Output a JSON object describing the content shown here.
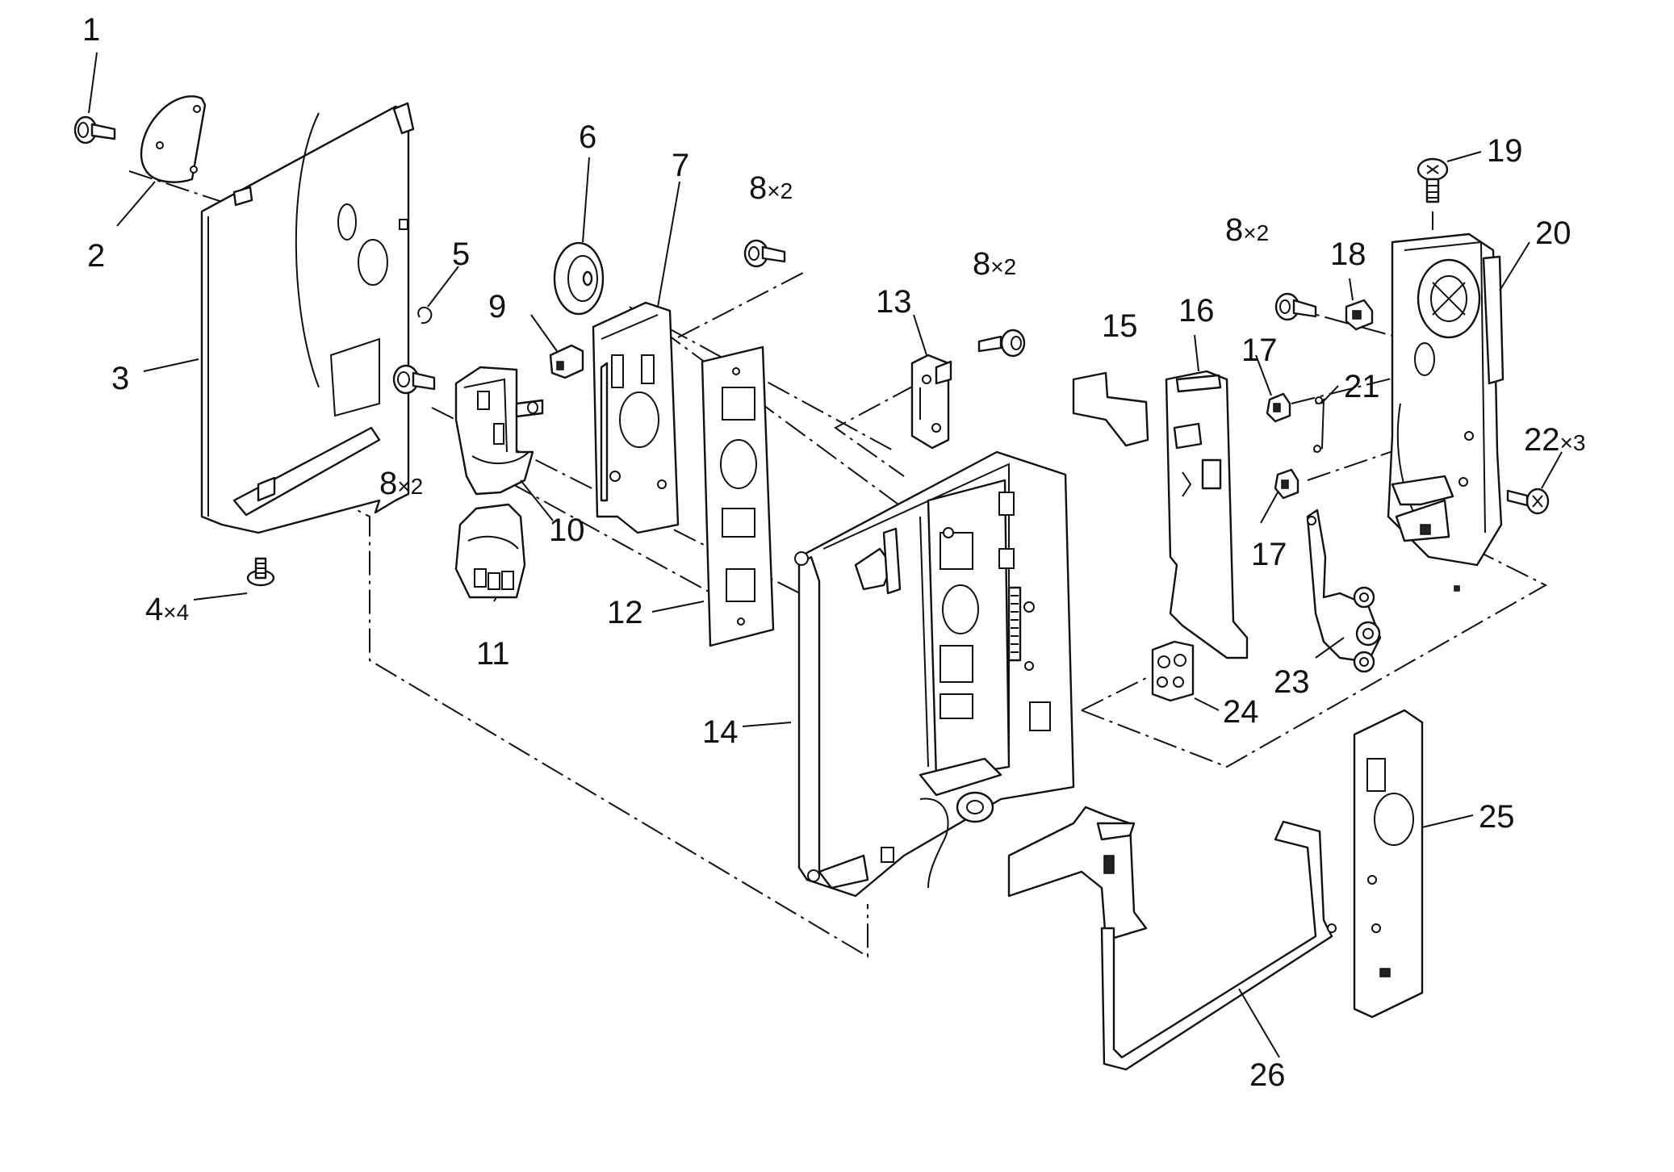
{
  "callouts": [
    {
      "id": "1",
      "text": "1"
    },
    {
      "id": "2",
      "text": "2"
    },
    {
      "id": "3",
      "text": "3"
    },
    {
      "id": "4",
      "text": "4",
      "mult": "×4"
    },
    {
      "id": "5",
      "text": "5"
    },
    {
      "id": "6",
      "text": "6"
    },
    {
      "id": "7",
      "text": "7"
    },
    {
      "id": "8a",
      "text": "8",
      "mult": "×2"
    },
    {
      "id": "8b",
      "text": "8",
      "mult": "×2"
    },
    {
      "id": "8c",
      "text": "8",
      "mult": "×2"
    },
    {
      "id": "8d",
      "text": "8",
      "mult": "×2"
    },
    {
      "id": "9",
      "text": "9"
    },
    {
      "id": "10",
      "text": "10"
    },
    {
      "id": "11",
      "text": "11"
    },
    {
      "id": "12",
      "text": "12"
    },
    {
      "id": "13",
      "text": "13"
    },
    {
      "id": "14",
      "text": "14"
    },
    {
      "id": "15",
      "text": "15"
    },
    {
      "id": "16",
      "text": "16"
    },
    {
      "id": "17a",
      "text": "17"
    },
    {
      "id": "17b",
      "text": "17"
    },
    {
      "id": "18",
      "text": "18"
    },
    {
      "id": "19",
      "text": "19"
    },
    {
      "id": "20",
      "text": "20"
    },
    {
      "id": "21",
      "text": "21"
    },
    {
      "id": "22",
      "text": "22",
      "mult": "×3"
    },
    {
      "id": "23",
      "text": "23"
    },
    {
      "id": "24",
      "text": "24"
    },
    {
      "id": "25",
      "text": "25"
    },
    {
      "id": "26",
      "text": "26"
    }
  ]
}
